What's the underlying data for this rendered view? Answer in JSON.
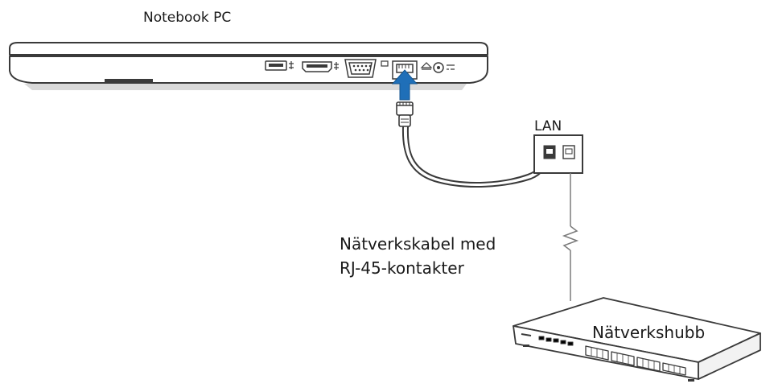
{
  "labels": {
    "notebook": "Notebook PC",
    "lan": "LAN",
    "cable_line1": "Nätverkskabel med",
    "cable_line2": "RJ-45-kontakter",
    "hub": "Nätverkshubb"
  },
  "colors": {
    "line": "#3a3a3a",
    "arrow": "#1f6fb8",
    "laptop_fill": "#ffffff",
    "shadow": "#c9c9c9",
    "text": "#1a1a1a"
  },
  "icons": {
    "arrow": "arrow-up-icon",
    "break": "line-break-icon"
  }
}
